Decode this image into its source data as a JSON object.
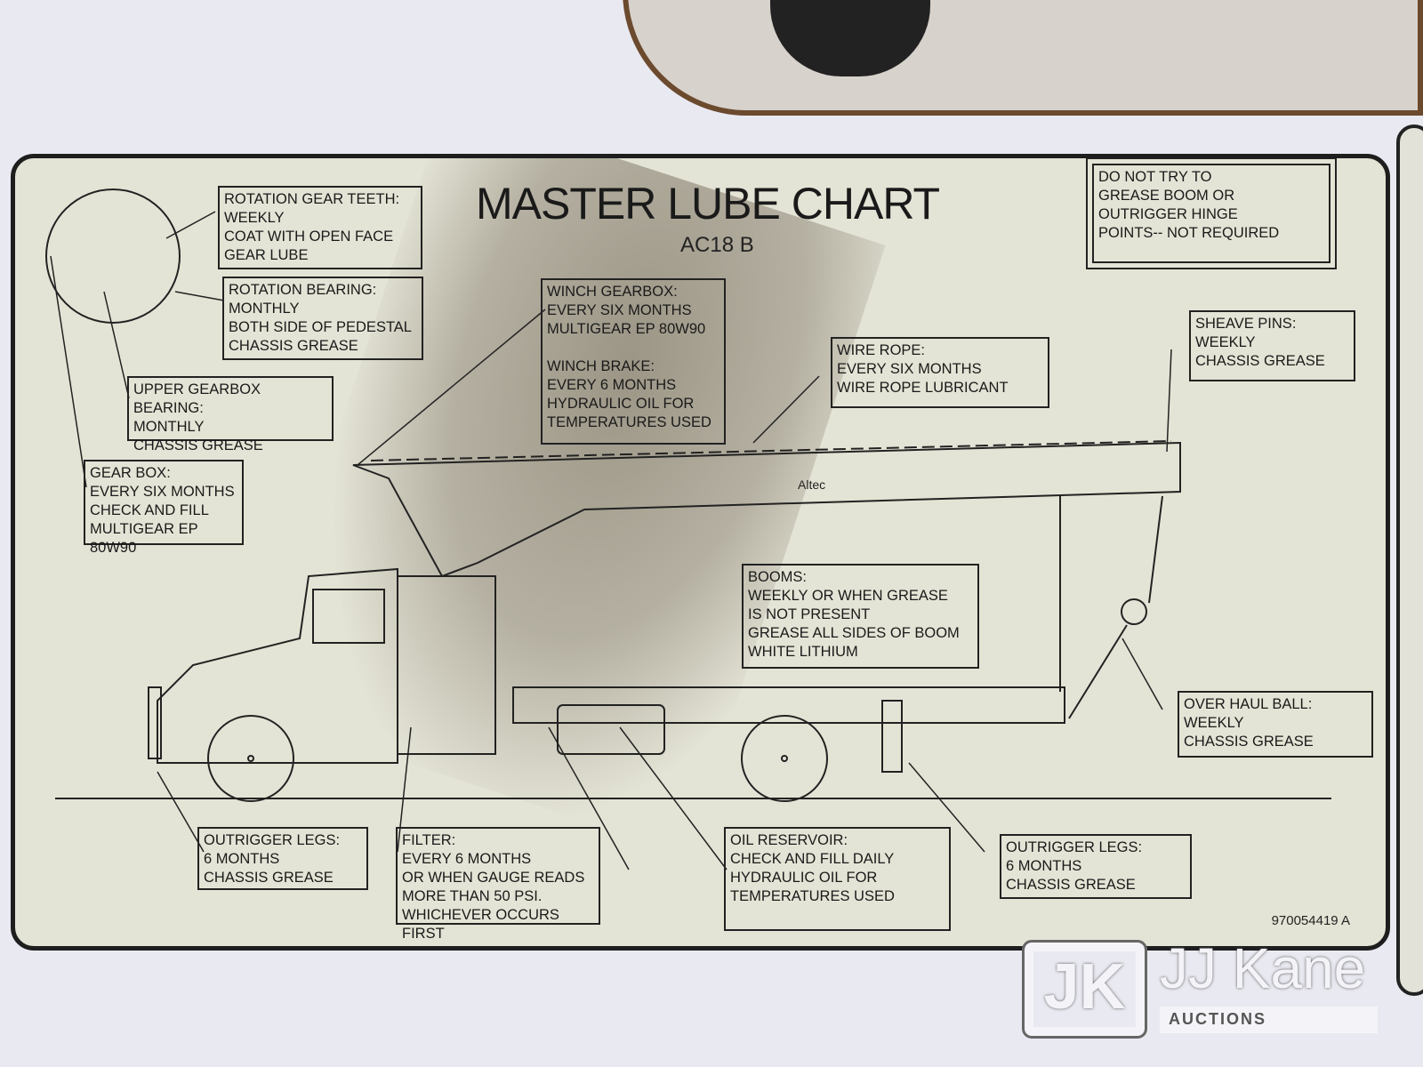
{
  "title": "MASTER LUBE CHART",
  "model": "AC18 B",
  "part_number": "970054419 A",
  "boom_brand": "Altec",
  "callouts": {
    "rotation_gear_teeth": "ROTATION GEAR TEETH:\nWEEKLY\nCOAT WITH OPEN FACE\nGEAR LUBE",
    "rotation_bearing": "ROTATION BEARING:\nMONTHLY\nBOTH SIDE OF PEDESTAL\nCHASSIS GREASE",
    "upper_gearbox_bearing": "UPPER GEARBOX BEARING:\nMONTHLY\nCHASSIS GREASE",
    "gear_box": "GEAR BOX:\nEVERY SIX MONTHS\nCHECK AND FILL\nMULTIGEAR EP 80W90",
    "winch": "WINCH GEARBOX:\nEVERY SIX MONTHS\nMULTIGEAR EP 80W90\n\nWINCH BRAKE:\nEVERY 6 MONTHS\nHYDRAULIC OIL FOR\nTEMPERATURES USED",
    "wire_rope": "WIRE ROPE:\nEVERY SIX MONTHS\nWIRE ROPE LUBRICANT",
    "warning": "DO NOT TRY TO\nGREASE BOOM OR\nOUTRIGGER HINGE\nPOINTS-- NOT REQUIRED",
    "sheave_pins": "SHEAVE PINS:\nWEEKLY\nCHASSIS GREASE",
    "booms": "BOOMS:\nWEEKLY OR WHEN GREASE\nIS NOT PRESENT\nGREASE ALL SIDES OF BOOM\nWHITE LITHIUM",
    "over_haul_ball": "OVER HAUL BALL:\nWEEKLY\nCHASSIS GREASE",
    "outrigger_legs_front": "OUTRIGGER LEGS:\n6 MONTHS\nCHASSIS GREASE",
    "filter": "FILTER:\nEVERY 6 MONTHS\nOR WHEN GAUGE READS\nMORE THAN 50 PSI.\nWHICHEVER OCCURS FIRST",
    "oil_reservoir": "OIL RESERVOIR:\nCHECK AND FILL DAILY\nHYDRAULIC OIL FOR\nTEMPERATURES USED",
    "outrigger_legs_rear": "OUTRIGGER LEGS:\n6 MONTHS\nCHASSIS GREASE"
  },
  "watermark": {
    "logo": "JK",
    "name": "JJ Kane",
    "tag": "AUCTIONS"
  }
}
